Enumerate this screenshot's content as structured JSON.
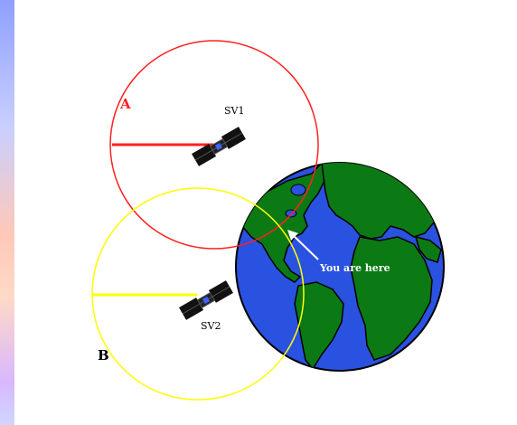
{
  "labels": {
    "a": "A",
    "b": "B",
    "sv1": "SV1",
    "sv2": "SV2",
    "you_are_here": "You are here"
  },
  "colors": {
    "circle_a": "#ff2020",
    "circle_b": "#ffff00",
    "ocean": "#2a52e0",
    "land": "#0b7a14",
    "satellite": "#111111"
  }
}
